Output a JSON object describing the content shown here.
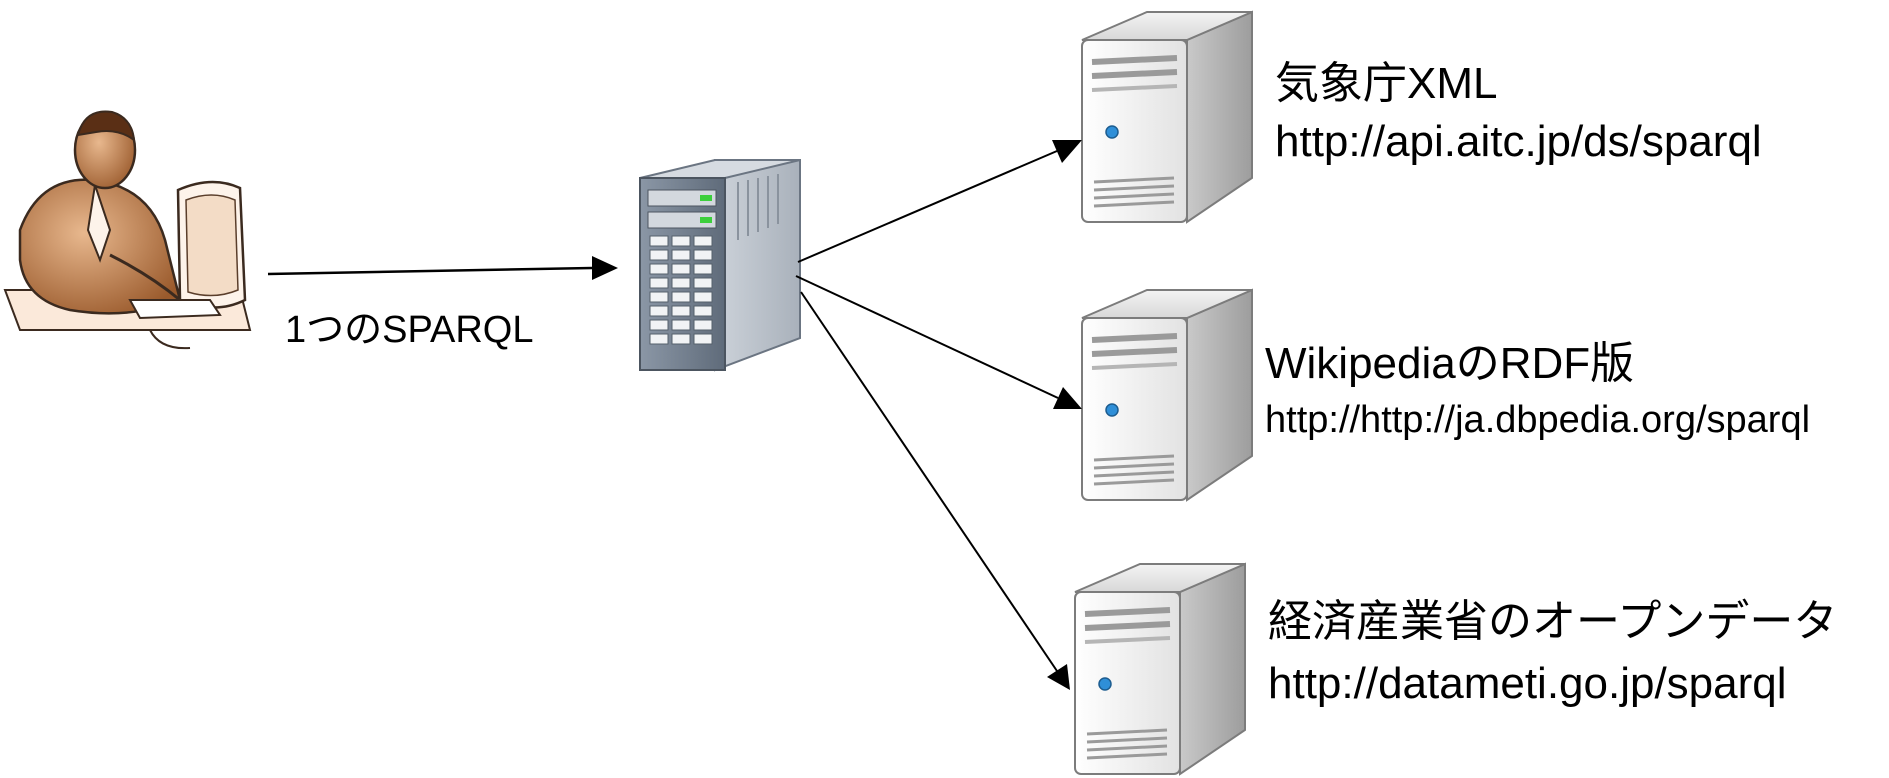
{
  "query_label": "1つのSPARQL",
  "endpoints": [
    {
      "name": "気象庁XML",
      "url": "http://api.aitc.jp/ds/sparql"
    },
    {
      "name": "WikipediaのRDF版",
      "url": "http://http://ja.dbpedia.org/sparql"
    },
    {
      "name": "経済産業省のオープンデータ",
      "url": "http://datameti.go.jp/sparql"
    }
  ],
  "icons": {
    "user": "person-at-computer-icon",
    "federation_server": "server-rack-icon",
    "endpoint_server": "tower-server-icon"
  },
  "colors": {
    "arrow": "#000000",
    "text": "#000000",
    "led_green": "#3ccf3c",
    "led_blue": "#2f8fd8",
    "user_skin": "#b8703c"
  }
}
